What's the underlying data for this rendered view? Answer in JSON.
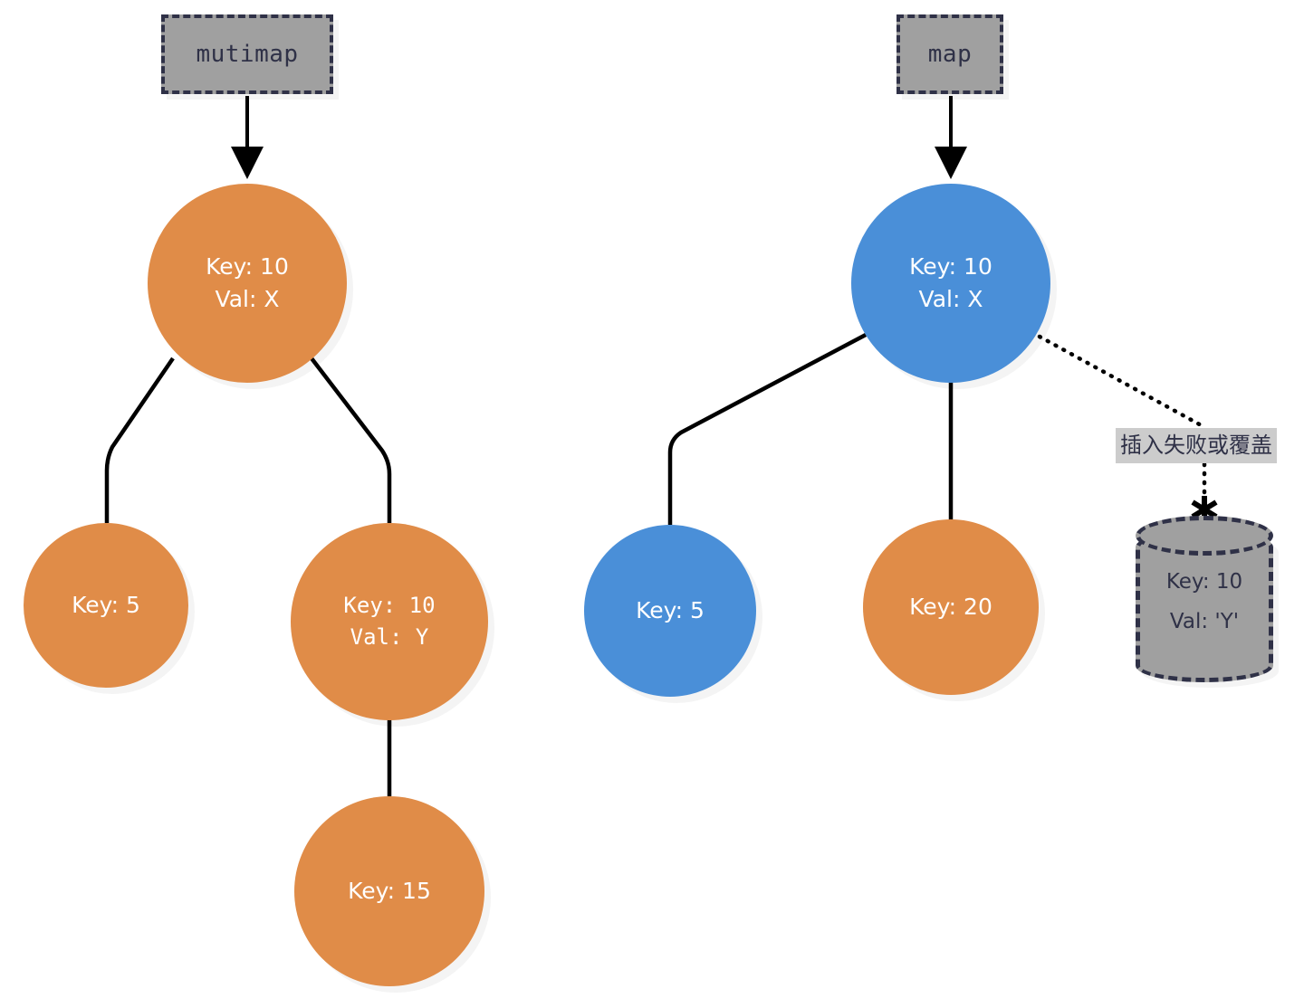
{
  "diagram": {
    "title_left": "mutimap",
    "title_right": "map",
    "annotation": "插入失败或覆盖",
    "colors": {
      "orange": "#e08c48",
      "blue": "#4a8fd8",
      "gray_fill": "#a0a0a0",
      "dark_outline": "#2f3147",
      "edge": "#000000",
      "annotation_bg": "#cccccc",
      "node_text": "#ffffff"
    },
    "left_tree": {
      "label": "mutimap",
      "root": {
        "line1": "Key: 10",
        "line2": "Val: X"
      },
      "left_child": {
        "line1": "Key: 5",
        "line2": ""
      },
      "right_child": {
        "line1": "Key: 10",
        "line2": "Val: Y"
      },
      "grandchild": {
        "line1": "Key: 15",
        "line2": ""
      }
    },
    "right_tree": {
      "label": "map",
      "root": {
        "line1": "Key: 10",
        "line2": "Val: X"
      },
      "left_child": {
        "line1": "Key: 5",
        "line2": ""
      },
      "middle_child": {
        "line1": "Key: 20",
        "line2": ""
      },
      "rejected": {
        "line1": "Key: 10",
        "line2": "Val: 'Y'"
      }
    },
    "markers": {
      "blocked": "✱"
    }
  }
}
